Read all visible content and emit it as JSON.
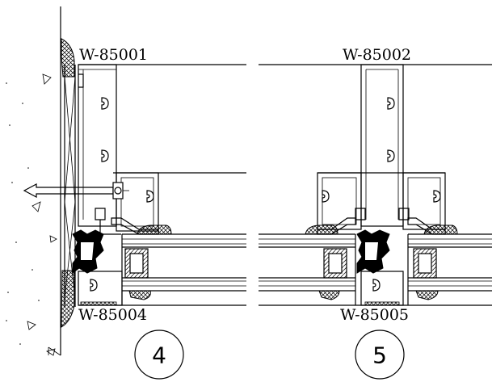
{
  "labels": {
    "top_left": "W-85001",
    "top_right": "W-85002",
    "bottom_left": "W-85004",
    "bottom_right": "W-85005"
  },
  "callouts": {
    "left": "4",
    "right": "5"
  }
}
